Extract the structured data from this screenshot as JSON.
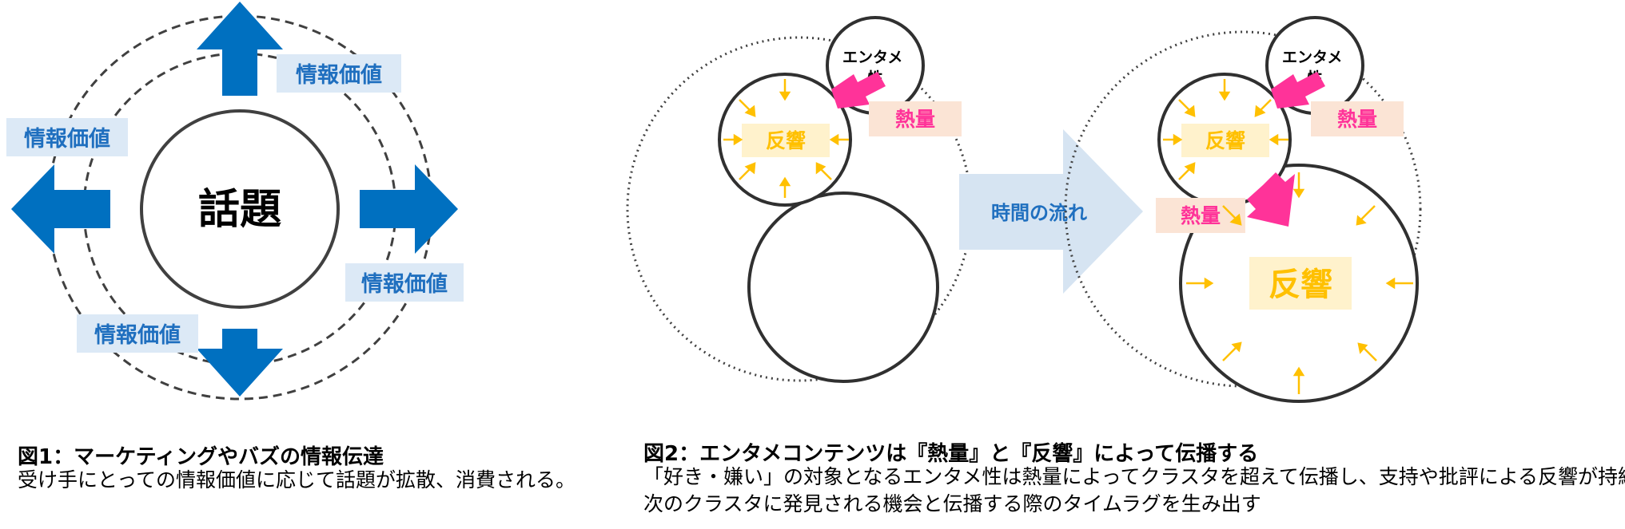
{
  "figure1": {
    "center_label": "話題",
    "value_labels": [
      "情報価値",
      "情報価値",
      "情報価値",
      "情報価値"
    ],
    "caption_title": "図1：マーケティングやバズの情報伝達",
    "caption_body": "受け手にとっての情報価値に応じて話題が拡散、消費される。",
    "colors": {
      "arrow": "#0070c0",
      "label_bg": "#dce9f6",
      "label_text": "#1f6fbf",
      "ring": "#404040"
    }
  },
  "figure2": {
    "left": {
      "entame": "エンタメ\n性",
      "heat": "熱量",
      "reaction": "反響"
    },
    "right": {
      "entame": "エンタメ\n性",
      "heat_top": "熱量",
      "reaction_small": "反響",
      "heat_mid": "熱量",
      "reaction_big": "反響"
    },
    "time_arrow_label": "時間の流れ",
    "caption_title": "図2：エンタメコンテンツは『熱量』と『反響』によって伝播する",
    "caption_body_line1": "「好き・嫌い」の対象となるエンタメ性は熱量によってクラスタを超えて伝播し、支持や批評による反響が持続",
    "caption_body_line2": "次のクラスタに発見される機会と伝播する際のタイムラグを生み出す",
    "colors": {
      "heat": "#ff3399",
      "heat_bg": "#fbe4d5",
      "reaction": "#ffc000",
      "reaction_bg": "#fff2cc",
      "time_arrow": "#d6e4f2",
      "time_text": "#1f6fbf"
    }
  }
}
